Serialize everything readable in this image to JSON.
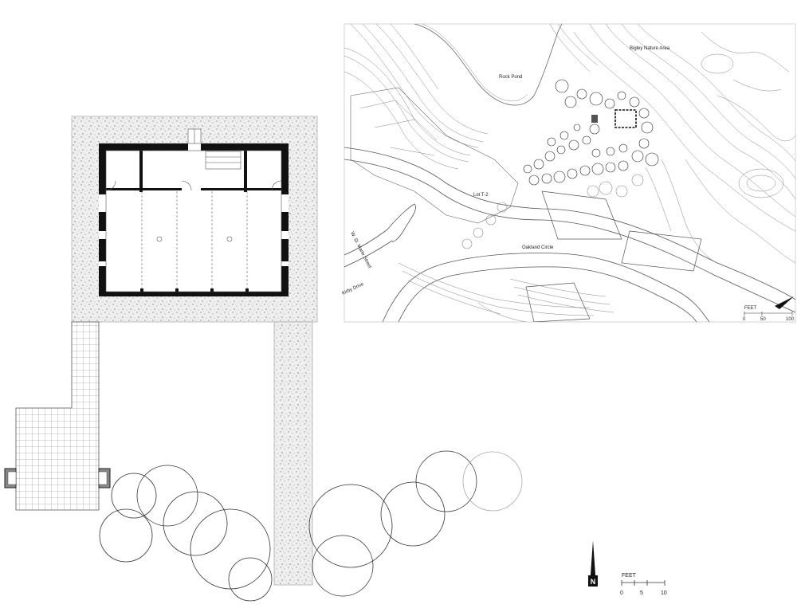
{
  "site_plan": {
    "labels": {
      "rock_pond": "Rock Pond",
      "nature_area": "Bigley Nature Area",
      "lot": "Lot T-2",
      "circle": "Oakland Circle",
      "street": "W. St. Marie Street",
      "drive": "Kirby Drive"
    },
    "scale": {
      "unit": "FEET",
      "ticks": [
        "0",
        "50",
        "100"
      ]
    }
  },
  "floor_plan": {
    "scale": {
      "unit": "FEET",
      "ticks": [
        "0",
        "5",
        "10"
      ]
    },
    "north_label": "N"
  }
}
